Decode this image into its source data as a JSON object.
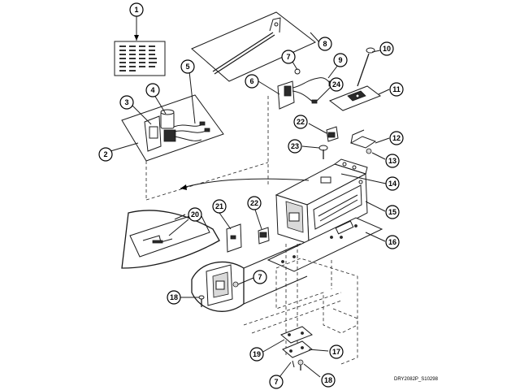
{
  "callouts": {
    "c1": "1",
    "c2": "2",
    "c3": "3",
    "c4": "4",
    "c5": "5",
    "c6": "6",
    "c7a": "7",
    "c7b": "7",
    "c7c": "7",
    "c8": "8",
    "c9": "9",
    "c10": "10",
    "c11": "11",
    "c12": "12",
    "c13": "13",
    "c14": "14",
    "c15": "15",
    "c16": "16",
    "c17": "17",
    "c18a": "18",
    "c18b": "18",
    "c19": "19",
    "c20": "20",
    "c21": "21",
    "c22a": "22",
    "c22b": "22",
    "c23": "23",
    "c24": "24"
  },
  "drawing_ref": "DRY2082P_S10298"
}
